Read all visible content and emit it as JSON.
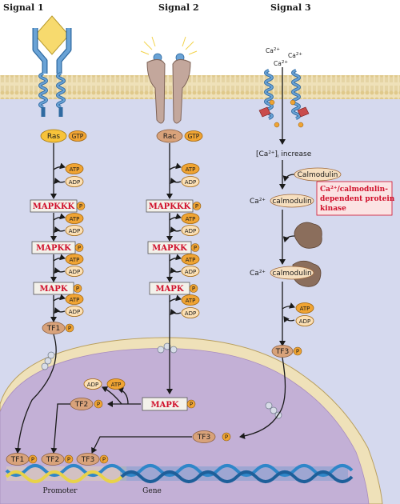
{
  "signals": {
    "s1": "Signal 1",
    "s2": "Signal 2",
    "s3": "Signal 3"
  },
  "ras": {
    "protein": "Ras",
    "gtp": "GTP"
  },
  "rac": {
    "protein": "Rac",
    "gtp": "GTP"
  },
  "nucleotides": {
    "atp": "ATP",
    "adp": "ADP",
    "p": "P"
  },
  "kinases": {
    "mapkkk": "MAPKKK",
    "mapkk": "MAPKK",
    "mapk": "MAPK"
  },
  "calcium": {
    "ion": "Ca",
    "charge": "2+",
    "increase_prefix": "[Ca",
    "increase_suffix": "]",
    "increase_sub": "i",
    "increase_text": " increase",
    "calmodulin": "Calmodulin",
    "ca_calmodulin": "calmodulin",
    "camk_line1_suffix": "/calmodulin-",
    "camk_line2": "dependent protein",
    "camk_line3": "kinase"
  },
  "tfs": {
    "tf1": "TF1",
    "tf2": "TF2",
    "tf3": "TF3"
  },
  "dna": {
    "promoter": "Promoter",
    "gene": "Gene"
  },
  "colors": {
    "cytoplasm": "#d5d9ee",
    "nucleus": "#c3b0d6",
    "membrane": "#efe1b9",
    "receptor_blue": "#6aa3d6",
    "orange": "#f0a433",
    "tan": "#d8a27a",
    "kinase_red": "#d0102b",
    "dna_blue": "#2f86c9",
    "dna_yellow": "#e8d24a"
  }
}
